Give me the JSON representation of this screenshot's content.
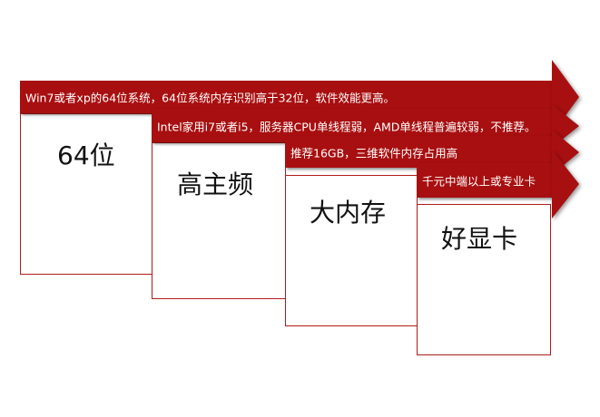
{
  "colors": {
    "accent": "#a80f10",
    "card_border": "#b01c1c"
  },
  "steps": [
    {
      "title": "64位",
      "description": "Win7或者xp的64位系统，64位系统内存识别高于32位，软件效能更高。"
    },
    {
      "title": "高主频",
      "description": "Intel家用i7或者i5，服务器CPU单线程弱，AMD单线程普遍较弱，不推荐。"
    },
    {
      "title": "大内存",
      "description": "推荐16GB，三维软件内存占用高"
    },
    {
      "title": "好显卡",
      "description": "千元中端以上或专业卡"
    }
  ]
}
